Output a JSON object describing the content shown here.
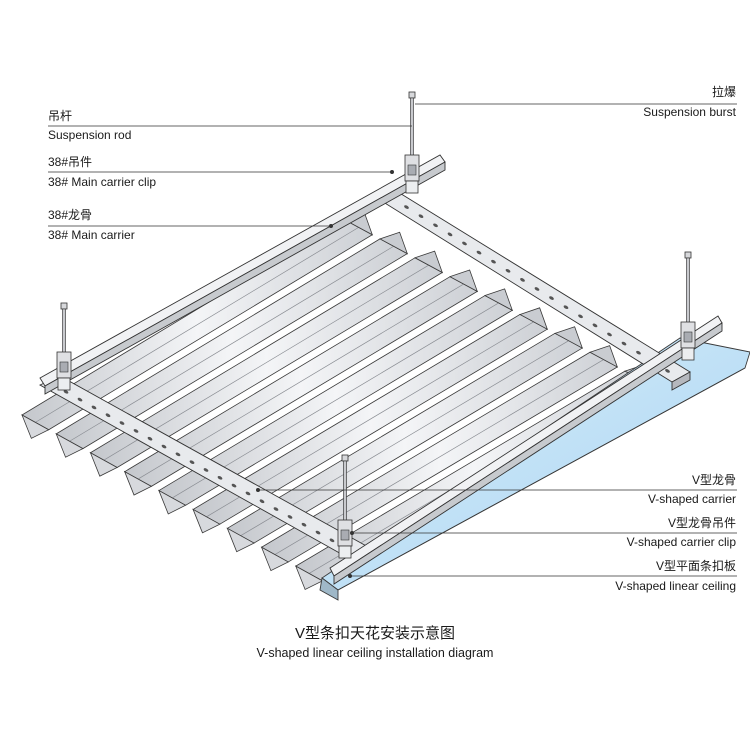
{
  "labels": {
    "suspension_burst": {
      "zh": "拉爆",
      "en": "Suspension burst"
    },
    "suspension_rod": {
      "zh": "吊杆",
      "en": "Suspension rod"
    },
    "main_carrier_clip": {
      "zh": "38#吊件",
      "en": "38# Main carrier clip"
    },
    "main_carrier": {
      "zh": "38#龙骨",
      "en": "38# Main carrier"
    },
    "v_carrier": {
      "zh": "V型龙骨",
      "en": "V-shaped carrier"
    },
    "v_carrier_clip": {
      "zh": "V型龙骨吊件",
      "en": "V-shaped carrier clip"
    },
    "v_ceiling": {
      "zh": "V型平面条扣板",
      "en": "V-shaped linear ceiling"
    }
  },
  "caption": {
    "zh": "V型条扣天花安装示意图",
    "en": "V-shaped linear ceiling installation diagram"
  },
  "colors": {
    "line": "#333333",
    "panel_light": "#eef0f3",
    "panel_dark": "#b9bcc2",
    "blue_panel": "#bfe0f6"
  }
}
